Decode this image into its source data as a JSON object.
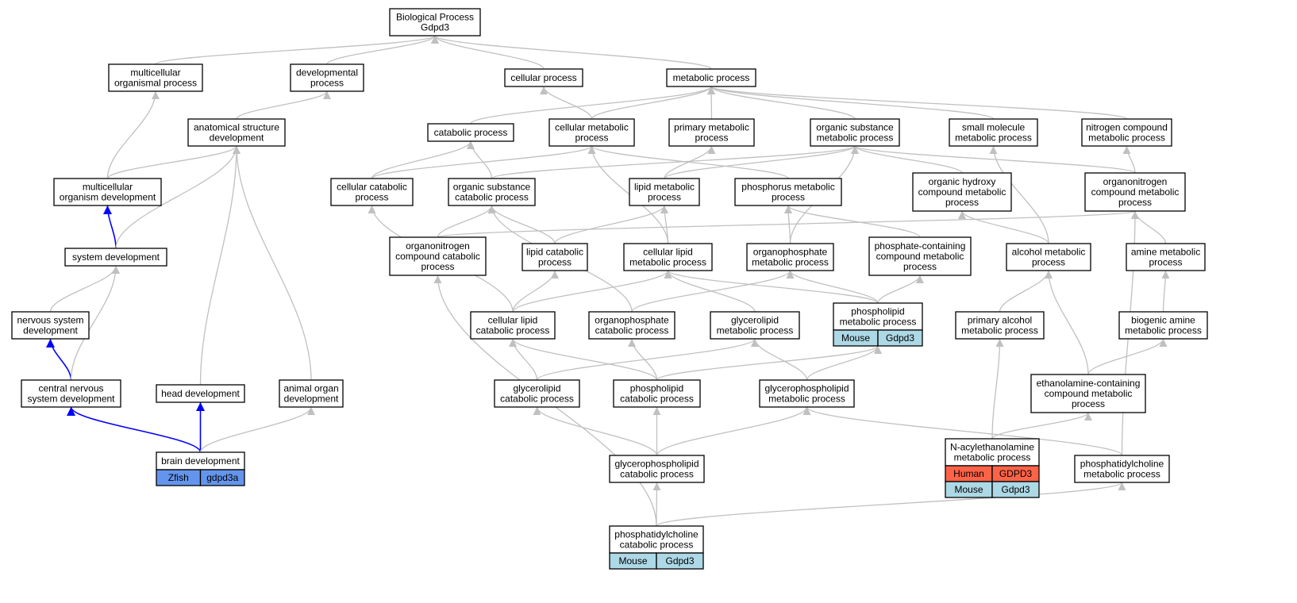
{
  "colors": {
    "edge_default": "#c0c0c0",
    "edge_highlight": "#0000ff",
    "zfish": "#6495ed",
    "mouse": "#add8e6",
    "human": "#ff6347"
  },
  "nodes": {
    "bp": [
      "Biological Process",
      "Gdpd3"
    ],
    "mop": [
      "multicellular",
      "organismal process"
    ],
    "dp": [
      "developmental",
      "process"
    ],
    "cp": [
      "cellular process"
    ],
    "mp": [
      "metabolic process"
    ],
    "asd": [
      "anatomical structure",
      "development"
    ],
    "catp": [
      "catabolic process"
    ],
    "cmp": [
      "cellular metabolic",
      "process"
    ],
    "pmp": [
      "primary metabolic",
      "process"
    ],
    "osmp": [
      "organic substance",
      "metabolic process"
    ],
    "smmp": [
      "small molecule",
      "metabolic process"
    ],
    "ncmp": [
      "nitrogen compound",
      "metabolic process"
    ],
    "mod": [
      "multicellular",
      "organism development"
    ],
    "ccp": [
      "cellular catabolic",
      "process"
    ],
    "oscp": [
      "organic substance",
      "catabolic process"
    ],
    "lmp": [
      "lipid metabolic",
      "process"
    ],
    "phmp": [
      "phosphorus metabolic",
      "process"
    ],
    "ohcmp": [
      "organic hydroxy",
      "compound metabolic",
      "process"
    ],
    "oncmp": [
      "organonitrogen",
      "compound metabolic",
      "process"
    ],
    "sd": [
      "system development"
    ],
    "onccp": [
      "organonitrogen",
      "compound catabolic",
      "process"
    ],
    "lcp": [
      "lipid catabolic",
      "process"
    ],
    "clmp": [
      "cellular lipid",
      "metabolic process"
    ],
    "opmp": [
      "organophosphate",
      "metabolic process"
    ],
    "pccmp": [
      "phosphate-containing",
      "compound metabolic",
      "process"
    ],
    "almp": [
      "alcohol metabolic",
      "process"
    ],
    "amp": [
      "amine metabolic",
      "process"
    ],
    "nsd": [
      "nervous system",
      "development"
    ],
    "clcp": [
      "cellular lipid",
      "catabolic process"
    ],
    "opcp": [
      "organophosphate",
      "catabolic process"
    ],
    "glmp": [
      "glycerolipid",
      "metabolic process"
    ],
    "plmp": [
      "phospholipid",
      "metabolic process"
    ],
    "pamp": [
      "primary alcohol",
      "metabolic process"
    ],
    "bamp": [
      "biogenic amine",
      "metabolic process"
    ],
    "cnsd": [
      "central nervous",
      "system development"
    ],
    "hd": [
      "head development"
    ],
    "aod": [
      "animal organ",
      "development"
    ],
    "glcp": [
      "glycerolipid",
      "catabolic process"
    ],
    "plcp": [
      "phospholipid",
      "catabolic process"
    ],
    "gpmp": [
      "glycerophospholipid",
      "metabolic process"
    ],
    "eamp": [
      "ethanolamine-containing",
      "compound metabolic",
      "process"
    ],
    "bd": [
      "brain development"
    ],
    "gpcp": [
      "glycerophospholipid",
      "catabolic process"
    ],
    "naemp": [
      "N-acylethanolamine",
      "metabolic process"
    ],
    "pcmp": [
      "phosphatidylcholine",
      "metabolic process"
    ],
    "pccp": [
      "phosphatidylcholine",
      "catabolic process"
    ]
  },
  "annotations": {
    "bd": [
      {
        "species": "Zfish",
        "gene": "gdpd3a",
        "color": "#6495ed"
      }
    ],
    "plmp": [
      {
        "species": "Mouse",
        "gene": "Gdpd3",
        "color": "#add8e6"
      }
    ],
    "naemp": [
      {
        "species": "Human",
        "gene": "GDPD3",
        "color": "#ff6347"
      },
      {
        "species": "Mouse",
        "gene": "Gdpd3",
        "color": "#add8e6"
      }
    ],
    "pccp": [
      {
        "species": "Mouse",
        "gene": "Gdpd3",
        "color": "#add8e6"
      }
    ]
  },
  "edges": [
    {
      "from": "mop",
      "to": "bp",
      "kind": "is_a"
    },
    {
      "from": "dp",
      "to": "bp",
      "kind": "is_a"
    },
    {
      "from": "cp",
      "to": "bp",
      "kind": "is_a"
    },
    {
      "from": "mp",
      "to": "bp",
      "kind": "is_a"
    },
    {
      "from": "asd",
      "to": "dp",
      "kind": "is_a"
    },
    {
      "from": "catp",
      "to": "mp",
      "kind": "is_a"
    },
    {
      "from": "cmp",
      "to": "cp",
      "kind": "is_a"
    },
    {
      "from": "cmp",
      "to": "mp",
      "kind": "is_a"
    },
    {
      "from": "pmp",
      "to": "mp",
      "kind": "is_a"
    },
    {
      "from": "osmp",
      "to": "mp",
      "kind": "is_a"
    },
    {
      "from": "smmp",
      "to": "mp",
      "kind": "is_a"
    },
    {
      "from": "ncmp",
      "to": "mp",
      "kind": "is_a"
    },
    {
      "from": "mod",
      "to": "mop",
      "kind": "is_a"
    },
    {
      "from": "mod",
      "to": "asd",
      "kind": "is_a"
    },
    {
      "from": "sd",
      "to": "mod",
      "kind": "part_of"
    },
    {
      "from": "sd",
      "to": "asd",
      "kind": "is_a"
    },
    {
      "from": "ccp",
      "to": "catp",
      "kind": "is_a"
    },
    {
      "from": "ccp",
      "to": "cmp",
      "kind": "is_a"
    },
    {
      "from": "oscp",
      "to": "catp",
      "kind": "is_a"
    },
    {
      "from": "oscp",
      "to": "osmp",
      "kind": "is_a"
    },
    {
      "from": "lmp",
      "to": "pmp",
      "kind": "is_a"
    },
    {
      "from": "lmp",
      "to": "osmp",
      "kind": "is_a"
    },
    {
      "from": "phmp",
      "to": "cmp",
      "kind": "is_a"
    },
    {
      "from": "ohcmp",
      "to": "osmp",
      "kind": "is_a"
    },
    {
      "from": "oncmp",
      "to": "osmp",
      "kind": "is_a"
    },
    {
      "from": "oncmp",
      "to": "ncmp",
      "kind": "is_a"
    },
    {
      "from": "nsd",
      "to": "sd",
      "kind": "is_a"
    },
    {
      "from": "onccp",
      "to": "oscp",
      "kind": "is_a"
    },
    {
      "from": "onccp",
      "to": "oncmp",
      "kind": "is_a"
    },
    {
      "from": "lcp",
      "to": "oscp",
      "kind": "is_a"
    },
    {
      "from": "lcp",
      "to": "lmp",
      "kind": "is_a"
    },
    {
      "from": "clmp",
      "to": "lmp",
      "kind": "is_a"
    },
    {
      "from": "clmp",
      "to": "cmp",
      "kind": "is_a"
    },
    {
      "from": "opmp",
      "to": "phmp",
      "kind": "is_a"
    },
    {
      "from": "opmp",
      "to": "osmp",
      "kind": "is_a"
    },
    {
      "from": "pccmp",
      "to": "phmp",
      "kind": "is_a"
    },
    {
      "from": "almp",
      "to": "ohcmp",
      "kind": "is_a"
    },
    {
      "from": "almp",
      "to": "smmp",
      "kind": "is_a"
    },
    {
      "from": "amp",
      "to": "oncmp",
      "kind": "is_a"
    },
    {
      "from": "cnsd",
      "to": "nsd",
      "kind": "part_of"
    },
    {
      "from": "cnsd",
      "to": "sd",
      "kind": "is_a"
    },
    {
      "from": "clcp",
      "to": "ccp",
      "kind": "is_a"
    },
    {
      "from": "clcp",
      "to": "lcp",
      "kind": "is_a"
    },
    {
      "from": "clcp",
      "to": "clmp",
      "kind": "is_a"
    },
    {
      "from": "opcp",
      "to": "oscp",
      "kind": "is_a"
    },
    {
      "from": "opcp",
      "to": "opmp",
      "kind": "is_a"
    },
    {
      "from": "glmp",
      "to": "clmp",
      "kind": "is_a"
    },
    {
      "from": "plmp",
      "to": "clmp",
      "kind": "is_a"
    },
    {
      "from": "plmp",
      "to": "opmp",
      "kind": "is_a"
    },
    {
      "from": "plmp",
      "to": "pccmp",
      "kind": "is_a"
    },
    {
      "from": "pamp",
      "to": "almp",
      "kind": "is_a"
    },
    {
      "from": "bamp",
      "to": "amp",
      "kind": "is_a"
    },
    {
      "from": "hd",
      "to": "asd",
      "kind": "is_a"
    },
    {
      "from": "aod",
      "to": "asd",
      "kind": "is_a"
    },
    {
      "from": "glcp",
      "to": "clcp",
      "kind": "is_a"
    },
    {
      "from": "glcp",
      "to": "glmp",
      "kind": "is_a"
    },
    {
      "from": "plcp",
      "to": "clcp",
      "kind": "is_a"
    },
    {
      "from": "plcp",
      "to": "opcp",
      "kind": "is_a"
    },
    {
      "from": "plcp",
      "to": "plmp",
      "kind": "is_a"
    },
    {
      "from": "gpmp",
      "to": "glmp",
      "kind": "is_a"
    },
    {
      "from": "gpmp",
      "to": "plmp",
      "kind": "is_a"
    },
    {
      "from": "eamp",
      "to": "almp",
      "kind": "is_a"
    },
    {
      "from": "eamp",
      "to": "bamp",
      "kind": "is_a"
    },
    {
      "from": "bd",
      "to": "cnsd",
      "kind": "part_of"
    },
    {
      "from": "bd",
      "to": "hd",
      "kind": "part_of"
    },
    {
      "from": "bd",
      "to": "aod",
      "kind": "is_a"
    },
    {
      "from": "gpcp",
      "to": "glcp",
      "kind": "is_a"
    },
    {
      "from": "gpcp",
      "to": "plcp",
      "kind": "is_a"
    },
    {
      "from": "gpcp",
      "to": "gpmp",
      "kind": "is_a"
    },
    {
      "from": "naemp",
      "to": "pamp",
      "kind": "is_a"
    },
    {
      "from": "naemp",
      "to": "eamp",
      "kind": "is_a"
    },
    {
      "from": "pcmp",
      "to": "gpmp",
      "kind": "is_a"
    },
    {
      "from": "pcmp",
      "to": "oncmp",
      "kind": "is_a"
    },
    {
      "from": "pccp",
      "to": "gpcp",
      "kind": "is_a"
    },
    {
      "from": "pccp",
      "to": "pcmp",
      "kind": "is_a"
    },
    {
      "from": "pccp",
      "to": "onccp",
      "kind": "is_a"
    }
  ]
}
